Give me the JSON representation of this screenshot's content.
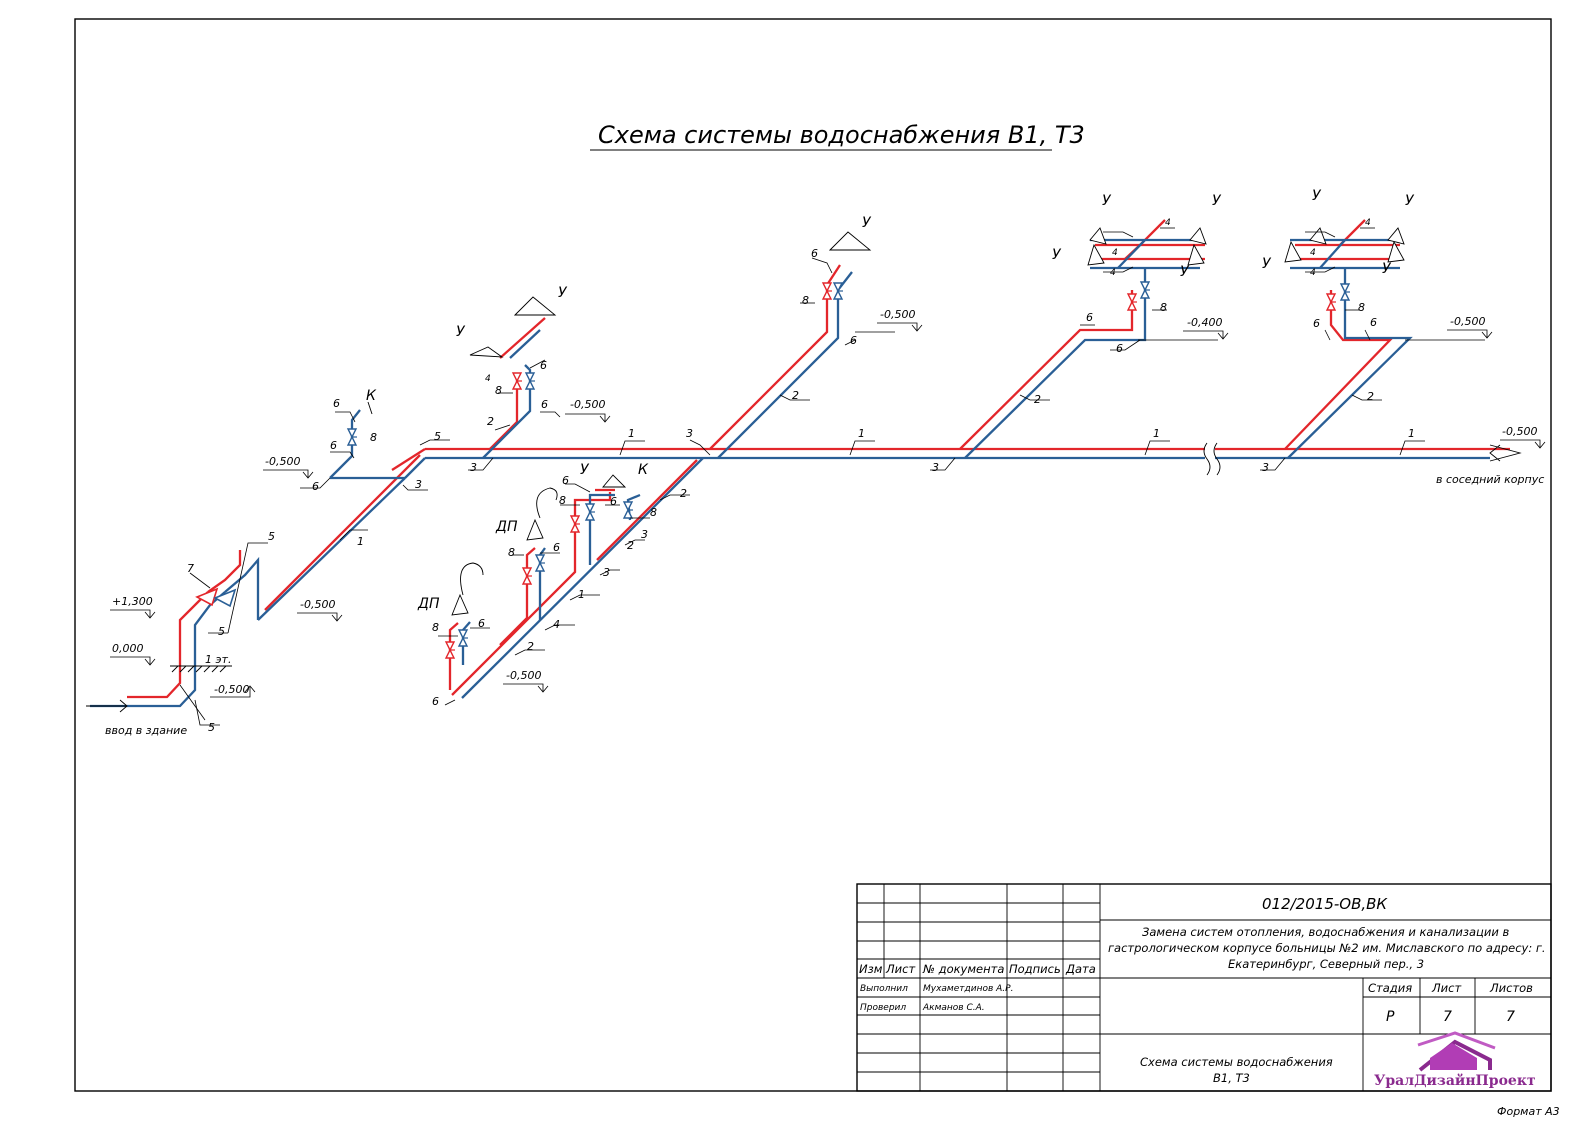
{
  "title": "Схема системы водоснабжения В1, Т3",
  "pipe_colors": {
    "hot": "#e3262b",
    "cold": "#2a5f96"
  },
  "labels": {
    "entry": "ввод в здание",
    "neighbor": "в соседний корпус",
    "floor": "1 эт.",
    "lvl_p1300": "+1,300",
    "lvl_0000": "0,000",
    "lvl_m0500": "-0,500",
    "lvl_m0400": "-0,400",
    "fix_u": "У",
    "fix_k": "К",
    "fix_dp": "ДП"
  },
  "markers": [
    "1",
    "2",
    "3",
    "4",
    "5",
    "6",
    "7",
    "8"
  ],
  "title_block": {
    "code": "012/2015-ОВ,ВК",
    "project_line1": "Замена систем отопления, водоснабжения и канализации в",
    "project_line2": "гастрологическом корпусе больницы №2 им. Миславского по адресу: г.",
    "project_line3": "Екатеринбург, Северный пер., 3",
    "col_izm": "Изм",
    "col_list": "Лист",
    "col_doc": "№ документа",
    "col_sign": "Подпись",
    "col_date": "Дата",
    "role_done": "Выполнил",
    "name_done": "Мухаметдинов А.Р.",
    "role_check": "Проверил",
    "name_check": "Акманов С.А.",
    "stage_h": "Стадия",
    "sheet_h": "Лист",
    "sheets_h": "Листов",
    "stage": "Р",
    "sheet": "7",
    "sheets": "7",
    "sheet_title1": "Схема системы водоснабжения",
    "sheet_title2": "В1, Т3",
    "company": "УралДизайнПроект"
  },
  "format": "Формат А3"
}
